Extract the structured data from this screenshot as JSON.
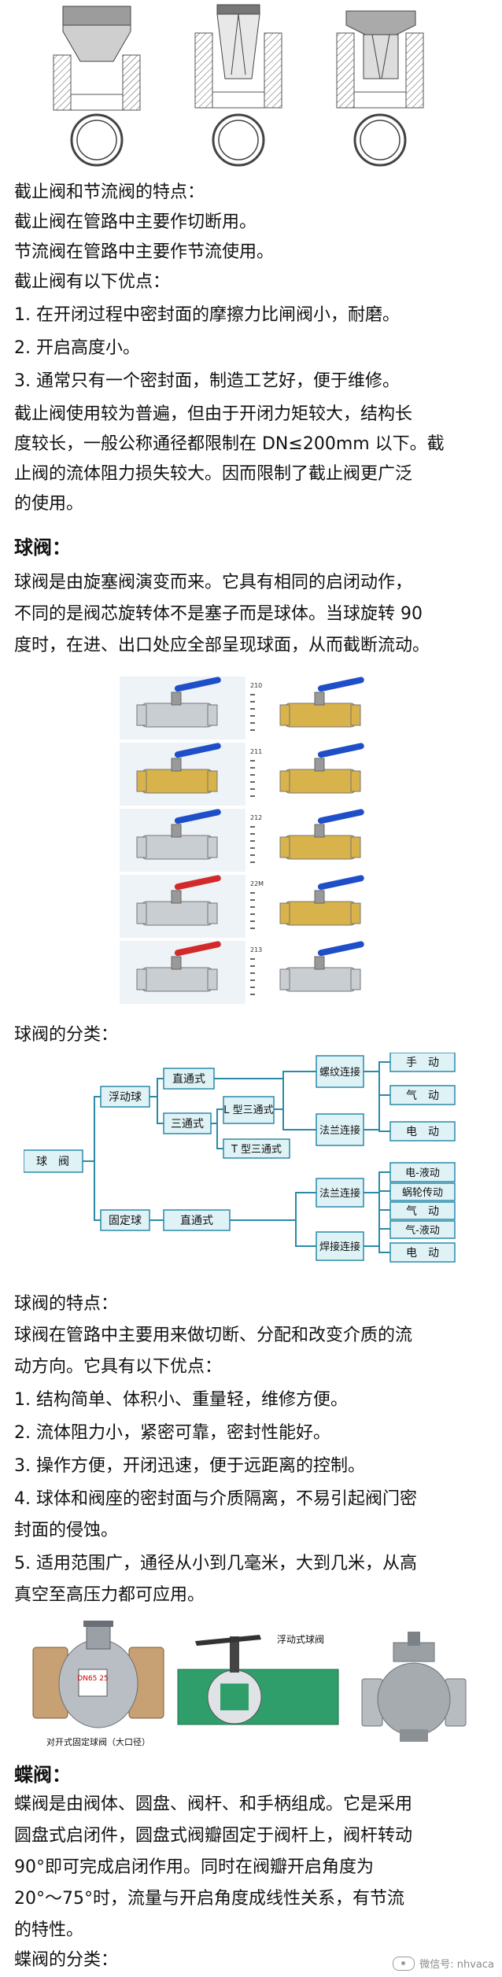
{
  "intro": {
    "heading_globe_throttle": "截止阀和节流阀的特点：",
    "globe_use": "截止阀在管路中主要作切断用。",
    "throttle_use": "节流阀在管路中主要作节流使用。",
    "globe_adv_title": "截止阀有以下优点：",
    "globe_adv": [
      "1. 在开闭过程中密封面的摩擦力比闸阀小，耐磨。",
      "2. 开启高度小。",
      "3. 通常只有一个密封面，制造工艺好，便于维修。"
    ],
    "globe_limit_1": "截止阀使用较为普遍，但由于开闭力矩较大，结构长",
    "globe_limit_2": "度较长，一般公称通径都限制在 DN≤200mm 以下。截",
    "globe_limit_3": "止阀的流体阻力损失较大。因而限制了截止阀更广泛",
    "globe_limit_4": "的使用。"
  },
  "ball": {
    "title": "球阀：",
    "desc_1": "球阀是由旋塞阀演变而来。它具有相同的启闭动作，",
    "desc_2": "不同的是阀芯旋转体不是塞子而是球体。当球旋转 90",
    "desc_3": "度时，在进、出口处应全部呈现球面，从而截断流动。",
    "photo_codes": [
      "210",
      "211",
      "212",
      "22M",
      "213"
    ],
    "classification_title": "球阀的分类：",
    "tree": {
      "root": "球　阀",
      "floating": "浮动球",
      "fixed": "固定球",
      "straight": "直通式",
      "three_way": "三通式",
      "straight_fixed": "直通式",
      "l_type": "L 型三通式",
      "t_type": "T 型三通式",
      "thread": "螺纹连接",
      "flange": "法兰连接",
      "flange2": "法兰连接",
      "weld": "焊接连接",
      "manual": "手　动",
      "pneumatic": "气　动",
      "electric": "电　动",
      "elec_hyd": "电-液动",
      "worm": "蜗轮传动",
      "pneumatic2": "气　动",
      "pneu_hyd": "气-液动",
      "electric2": "电　动"
    },
    "features_title": "球阀的特点：",
    "features_1": "球阀在管路中主要用来做切断、分配和改变介质的流",
    "features_2": "动方向。它具有以下优点：",
    "adv": [
      "1. 结构简单、体积小、重量轻，维修方便。",
      "2. 流体阻力小，紧密可靠，密封性能好。",
      "3. 操作方便，开闭迅速，便于远距离的控制。",
      "4. 球体和阀座的密封面与介质隔离，不易引起阀门密",
      "封面的侵蚀。",
      "5. 适用范围广，通径从小到几毫米，大到几米，从高",
      "真空至高压力都可应用。"
    ],
    "fig_caption_left": "对开式固定球阀（大口径）",
    "fig_caption_mid": "浮动式球阀",
    "fig_tag": "DN65 25"
  },
  "butterfly": {
    "title": "蝶阀：",
    "desc_1": "蝶阀是由阀体、圆盘、阀杆、和手柄组成。它是采用",
    "desc_2": "圆盘式启闭件，圆盘式阀瓣固定于阀杆上，阀杆转动",
    "desc_3": "90°即可完成启闭作用。同时在阀瓣开启角度为",
    "desc_4": "20°～75°时，流量与开启角度成线性关系，有节流",
    "desc_5": "的特性。",
    "classification_title": "蝶阀的分类："
  },
  "watermark": "微信号: nhvaca",
  "colors": {
    "box_fill": "#dff3f7",
    "box_stroke": "#2a8aa8",
    "line": "#2a8aa8",
    "valve_brass": "#d8b24a",
    "valve_chrome": "#c9ced3",
    "handle_blue": "#1f4fc8",
    "handle_red": "#d22a2a"
  }
}
